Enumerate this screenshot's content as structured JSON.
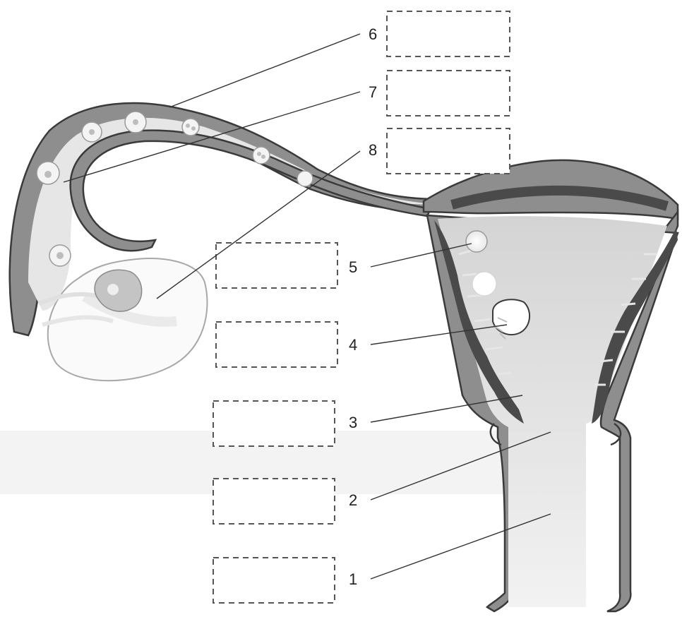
{
  "diagram": {
    "labels": [
      {
        "id": "label-1",
        "text": "1"
      },
      {
        "id": "label-2",
        "text": "2"
      },
      {
        "id": "label-3",
        "text": "3"
      },
      {
        "id": "label-4",
        "text": "4"
      },
      {
        "id": "label-5",
        "text": "5"
      },
      {
        "id": "label-6",
        "text": "6"
      },
      {
        "id": "label-7",
        "text": "7"
      },
      {
        "id": "label-8",
        "text": "8"
      }
    ],
    "answer_boxes_count": 8,
    "colors": {
      "wall": "#8e8e8e",
      "endometrium": "#4a4a4a",
      "lumen": "#d9d9d9",
      "ovary_outline": "#a8a8a8"
    }
  }
}
